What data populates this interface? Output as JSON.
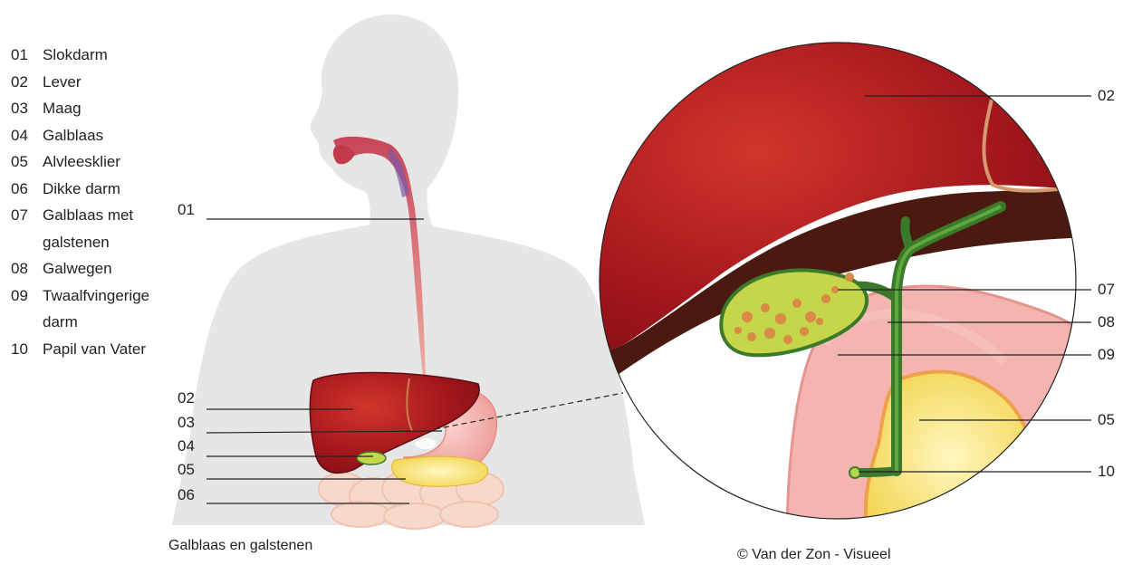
{
  "legend": [
    {
      "num": "01",
      "lines": [
        "Slokdarm"
      ]
    },
    {
      "num": "02",
      "lines": [
        "Lever"
      ]
    },
    {
      "num": "03",
      "lines": [
        "Maag"
      ]
    },
    {
      "num": "04",
      "lines": [
        "Galblaas"
      ]
    },
    {
      "num": "05",
      "lines": [
        "Alvleesklier"
      ]
    },
    {
      "num": "06",
      "lines": [
        "Dikke darm"
      ]
    },
    {
      "num": "07",
      "lines": [
        "Galblaas met",
        "galstenen"
      ]
    },
    {
      "num": "08",
      "lines": [
        "Galwegen"
      ]
    },
    {
      "num": "09",
      "lines": [
        "Twaalfvingerige",
        "darm"
      ]
    },
    {
      "num": "10",
      "lines": [
        "Papil van Vater"
      ]
    }
  ],
  "body_labels": [
    "01",
    "02",
    "03",
    "04",
    "05",
    "06"
  ],
  "zoom_labels": [
    "02",
    "07",
    "08",
    "09",
    "05",
    "10"
  ],
  "caption": "Galblaas en galstenen",
  "credit": "© Van der Zon - Visueel",
  "colors": {
    "silhouette": "#e6e6e6",
    "liver": "#a3161c",
    "liver_dark": "#4a1a10",
    "stomach": "#f2a9a6",
    "duodenum": "#f4b4b0",
    "pancreas": "#f6e46a",
    "bile": "#3b7a2a",
    "gallbladder": "#c6d64a",
    "stones": "#d98a45",
    "intestine": "#f7d9cc"
  }
}
